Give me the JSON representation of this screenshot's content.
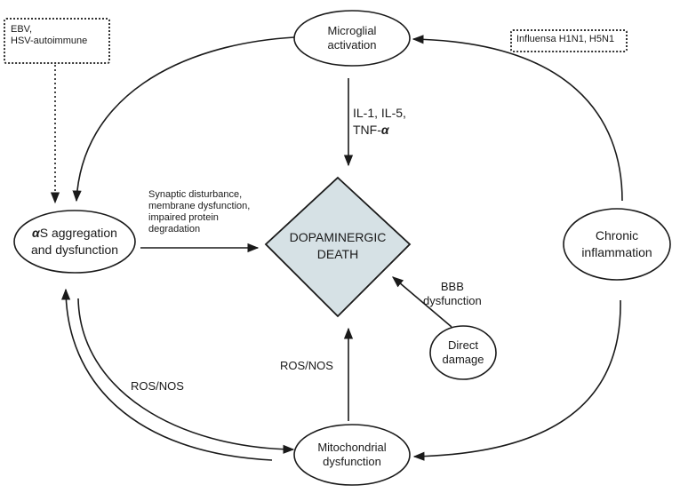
{
  "nodes": {
    "microglial": [
      "Microglial",
      "activation"
    ],
    "as_aggregation": {
      "symbol": "α",
      "line1_rest": "S aggregation",
      "line2": "and dysfunction"
    },
    "chronic": [
      "Chronic",
      "inflammation"
    ],
    "mitochondrial": [
      "Mitochondrial",
      "dysfunction"
    ],
    "direct_damage": [
      "Direct",
      "damage"
    ],
    "death": [
      "DOPAMINERGIC",
      "DEATH"
    ]
  },
  "boxes": {
    "ebv": [
      "EBV,",
      "HSV-autoimmune"
    ],
    "influenza": "Influensa H1N1, H5N1"
  },
  "labels": {
    "cytokines": {
      "l1": "IL-1, IL-5,",
      "l2_prefix": "TNF-",
      "l2_symbol": "α"
    },
    "synaptic": [
      "Synaptic disturbance,",
      "membrane dysfunction,",
      "impaired protein",
      "degradation"
    ],
    "bbb": [
      "BBB",
      "dysfunction"
    ],
    "ros_nos_left": "ROS/NOS",
    "ros_nos_center": "ROS/NOS"
  },
  "colors": {
    "diamond_fill": "#d6e1e5",
    "stroke": "#1a1a1a"
  }
}
